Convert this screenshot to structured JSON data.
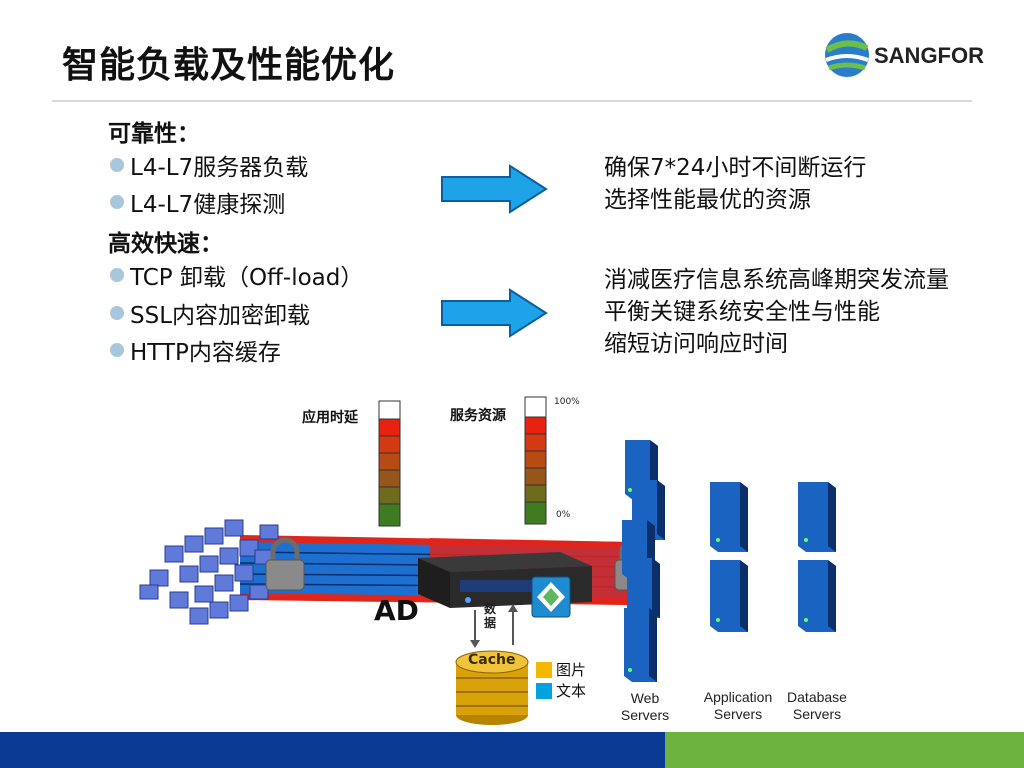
{
  "slide": {
    "title": "智能负载及性能优化",
    "brand": "SANGFOR"
  },
  "left": {
    "sections": [
      {
        "heading": "可靠性：",
        "bullets": [
          "L4-L7服务器负载",
          "L4-L7健康探测"
        ]
      },
      {
        "heading": "高效快速：",
        "bullets": [
          "TCP 卸载（Off-load）",
          "SSL内容加密卸载",
          "HTTP内容缓存"
        ]
      }
    ]
  },
  "right": {
    "group1": [
      "确保7*24小时不间断运行",
      "选择性能最优的资源"
    ],
    "group2": [
      "消减医疗信息系统高峰期突发流量",
      "平衡关键系统安全性与性能",
      "缩短访问响应时间"
    ]
  },
  "diagram": {
    "latency_label": "应用时延",
    "resource_label": "服务资源",
    "scale_top": "100%",
    "scale_bottom": "0%",
    "device_label": "AD",
    "data_label": "数据",
    "cache_label": "Cache",
    "legend": [
      {
        "label": "图片",
        "color": "#f5b800"
      },
      {
        "label": "文本",
        "color": "#00a3e0"
      }
    ],
    "server_groups": [
      {
        "line1": "Web",
        "line2": "Servers"
      },
      {
        "line1": "Application",
        "line2": "Servers"
      },
      {
        "line1": "Database",
        "line2": "Servers"
      }
    ]
  }
}
